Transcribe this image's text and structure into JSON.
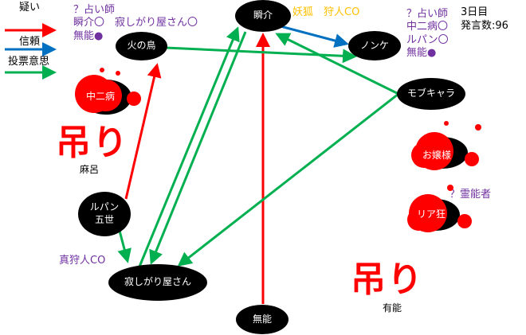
{
  "legend": [
    {
      "label": "疑い",
      "color": "#ff0000"
    },
    {
      "label": "信頼",
      "color": "#0070c0"
    },
    {
      "label": "投票意思",
      "color": "#00b050"
    }
  ],
  "nodes": {
    "shunsuke": "瞬介",
    "hinotori": "火の鳥",
    "nonke": "ノンケ",
    "mob": "モブキャラ",
    "chuni": "中二病",
    "ojou": "お嬢様",
    "riakyo": "リア狂",
    "lupin": "ルパン\n五世",
    "sabishi": "寂しがり屋さん",
    "munou": "無能"
  },
  "notes": {
    "seer1": [
      "？占い師",
      "瞬介〇　寂しがり屋さん〇",
      "無能●"
    ],
    "seer2": [
      "？占い師",
      "中二病〇",
      "ルパン〇",
      "無能●"
    ],
    "fox": "妖狐　狩人CO",
    "medium": "？霊能者",
    "hunter": "真狩人CO",
    "day": "3日目",
    "count": "発言数:96"
  },
  "hanged": [
    {
      "mark": "吊り",
      "name": "麻呂"
    },
    {
      "mark": "吊り",
      "name": "有能"
    }
  ]
}
